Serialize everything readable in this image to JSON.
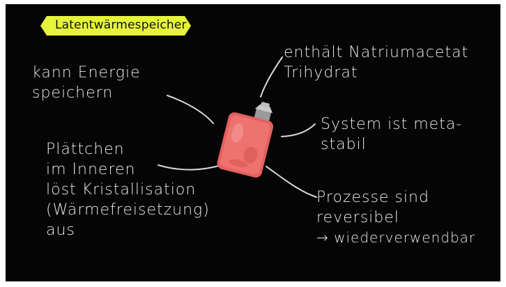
{
  "title": "Latentwärmespeicher",
  "notes": {
    "store": [
      "kann Energie",
      "speichern"
    ],
    "contains": [
      "enthält Natriumacetat",
      "Trihydrat"
    ],
    "system": [
      "System ist meta-",
      "stabil"
    ],
    "plate": [
      "Plättchen",
      "im Inneren",
      "löst Kristallisation",
      "(Wärmefreisetzung)",
      "aus"
    ],
    "process": [
      "Prozesse sind",
      "reversibel",
      "→ wiederverwendbar"
    ]
  },
  "colors": {
    "board": "#050505",
    "chalk": "#e9e9e9",
    "title_tag": "#e6f53a",
    "heat_pack": "#e4605e"
  }
}
